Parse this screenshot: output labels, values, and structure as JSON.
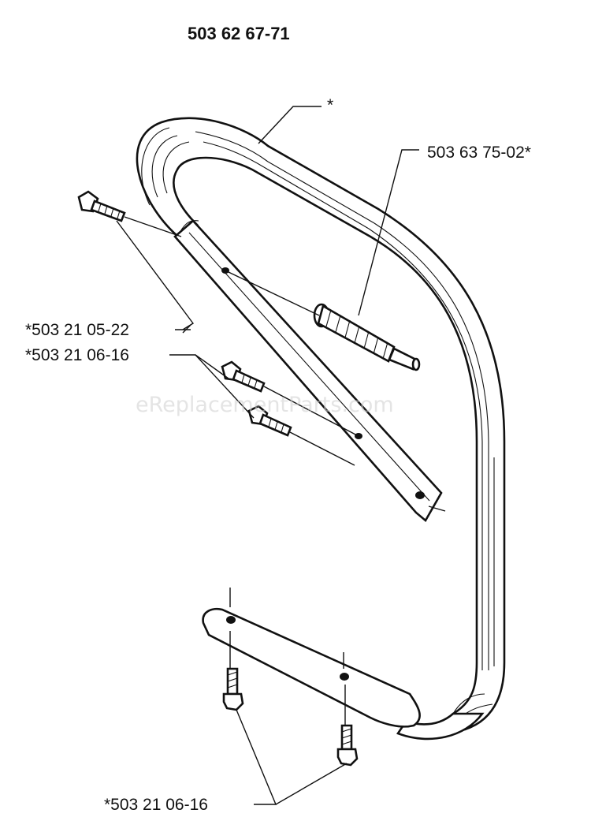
{
  "diagram": {
    "title": "503 62 67-71",
    "watermark": "eReplacementParts.com",
    "callouts": {
      "handle": "*",
      "buffer": "503 63 75-02*",
      "bolt_top": "*503 21 05-22",
      "bolts_mid": "*503 21 06-16",
      "bolts_bottom": "*503 21 06-16"
    }
  }
}
